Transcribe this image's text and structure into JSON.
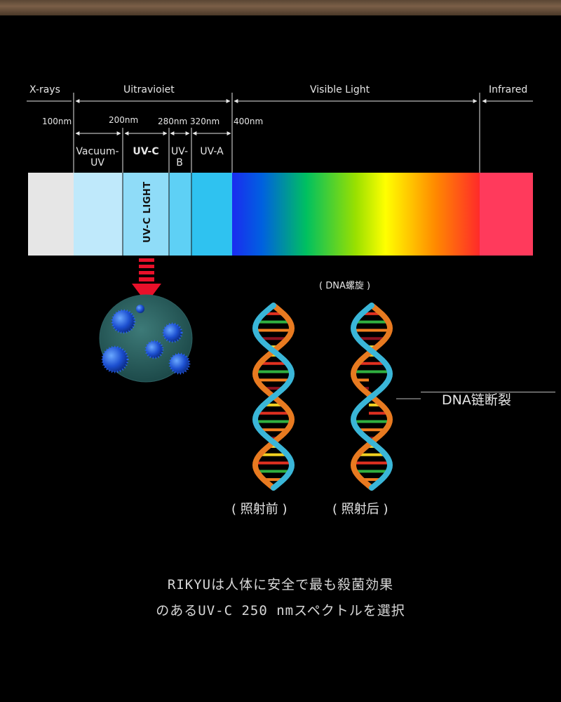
{
  "regions": {
    "xrays": "X-rays",
    "ultraviolet": "Uitravioiet",
    "visible": "Visible Light",
    "infrared": "Infrared"
  },
  "wavelengths": {
    "w100": "100nm",
    "w200": "200nm",
    "w280": "280nm",
    "w320": "320nm",
    "w400": "400nm"
  },
  "bands": {
    "vacuum_uv_line1": "Vacuum-",
    "vacuum_uv_line2": "UV",
    "uvc": "UV-C",
    "uvb_line1": "UV-",
    "uvb_line2": "B",
    "uva": "UV-A"
  },
  "spectrum_colors": {
    "xray": "#e6e6e6",
    "vacuum_uv": "#bfe9fb",
    "uvc": "#8fdcf8",
    "uvb": "#5ed0f5",
    "uva": "#2fc2f0",
    "infrared": "#ff3a5c"
  },
  "uvc_light_label": "UV-C LIGHT",
  "arrow_color": "#e8102a",
  "dna_title": "( DNA螺旋 )",
  "dna_break_label": "DNA链断裂",
  "dna_before": "( 照射前 )",
  "dna_after": "( 照射后 )",
  "caption_line1": "RIKYUは人体に安全で最も殺菌効果",
  "caption_line2": "のあるUV-C 250 nmスペクトルを選択"
}
